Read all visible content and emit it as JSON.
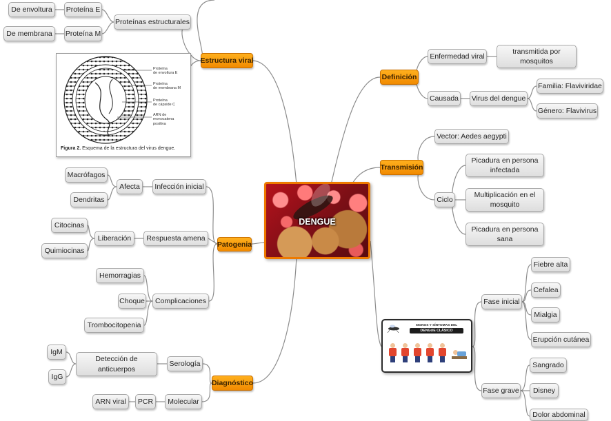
{
  "central": {
    "title": "DENGUE"
  },
  "branches": {
    "estructura": "Estructura viral",
    "patogenia": "Patogenia",
    "diagnostico": "Diagnóstico",
    "definicion": "Definición",
    "transmision": "Transmisión"
  },
  "estructura": {
    "proteinas_estructurales": "Proteínas estructurales",
    "proteina_e": "Proteína E",
    "de_envoltura": "De envoltura",
    "proteina_m": "Proteína M",
    "de_membrana": "De membrana",
    "figure": {
      "label_e": [
        "Proteína",
        "de envoltura E"
      ],
      "label_m": [
        "Proteína",
        "de membrana M"
      ],
      "label_c": [
        "Proteína",
        "de cápside C"
      ],
      "label_arn": [
        "ARN de",
        "monocatena",
        "positiva"
      ],
      "caption_bold": "Figura 2.",
      "caption": " Esquema de la estructura del virus dengue."
    }
  },
  "patogenia": {
    "infeccion_inicial": "Infección inicial",
    "afecta": "Afecta",
    "macrofagos": "Macrófagos",
    "dendritas": "Dendritas",
    "respuesta_amena": "Respuesta amena",
    "liberacion": "Liberación",
    "citocinas": "Citocinas",
    "quimiocinas": "Quimiocinas",
    "complicaciones": "Complicaciones",
    "hemorragias": "Hemorragias",
    "choque": "Choque",
    "trombocitopenia": "Trombocitopenia"
  },
  "diagnostico": {
    "serologia": "Serología",
    "deteccion": "Detección de anticuerpos",
    "igm": "IgM",
    "igg": "IgG",
    "molecular": "Molecular",
    "pcr": "PCR",
    "arn_viral": "ARN viral"
  },
  "definicion": {
    "enfermedad_viral": "Enfermedad viral",
    "transmitida": "transmitida por mosquitos",
    "causada": "Causada",
    "virus_dengue": "Virus del dengue",
    "familia": "Familia: Flaviviridae",
    "genero": "Género: Flavivirus"
  },
  "transmision": {
    "vector": "Vector: Aedes aegypti",
    "ciclo": "Ciclo",
    "picadura_infectada": "Picadura en persona infectada",
    "multiplicacion": "Multiplicación en el mosquito",
    "picadura_sana": "Picadura en persona sana"
  },
  "sintomas": {
    "poster": {
      "line1": "SIGNOS Y SÍNTOMAS DEL",
      "line2": "DENGUE CLÁSICO"
    },
    "fase_inicial": "Fase inicial",
    "fiebre_alta": "Fiebre alta",
    "cefalea": "Cefalea",
    "mialgia": "Mialgia",
    "erupcion": "Erupción cutánea",
    "fase_grave": "Fase grave",
    "sangrado": "Sangrado",
    "disney": "Disney",
    "dolor_abdominal": "Dolor abdominal"
  },
  "colors": {
    "branch": "#f39200",
    "node": "#e6e6e6",
    "link": "#8d8d8d",
    "central_border": "#ee7a00"
  }
}
